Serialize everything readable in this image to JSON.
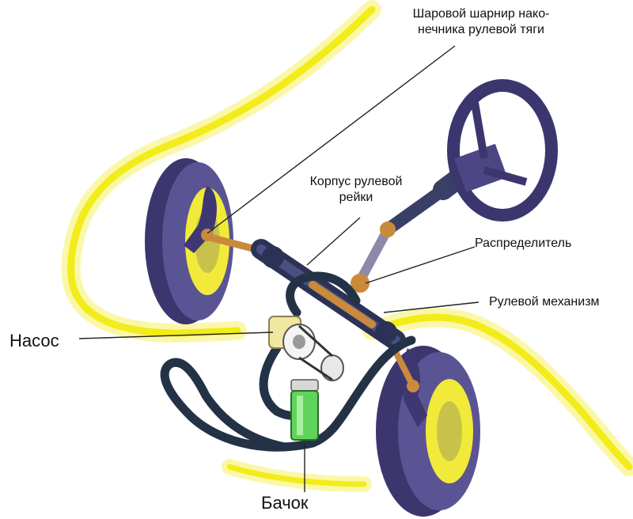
{
  "labels": {
    "tie_rod_ball_joint": {
      "line1": "Шаровой шарнир нако-",
      "line2": "нечника рулевой тяги"
    },
    "rack_housing": {
      "line1": "Корпус рулевой",
      "line2": "рейки"
    },
    "distributor": "Распределитель",
    "steering_mechanism": "Рулевой механизм",
    "pump": "Насос",
    "reservoir": "Бачок"
  },
  "colors": {
    "body_outline": "#f2ec1a",
    "wheel": "#4d4684",
    "wheel_hub": "#f1ea3a",
    "hose": "#243246",
    "rack": "#3a3f66",
    "rod": "#c98a3c",
    "reservoir_fluid": "#5fd45a",
    "pump": "#f0e8a0"
  }
}
